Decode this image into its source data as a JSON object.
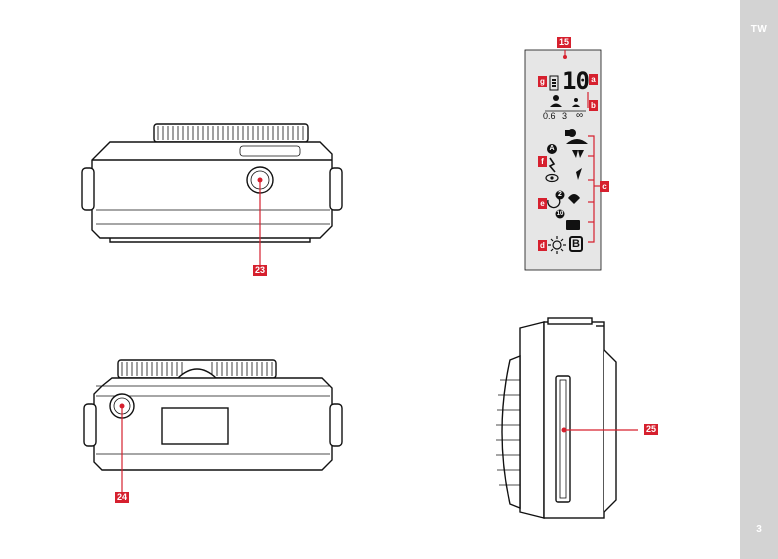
{
  "sidebar": {
    "language": "TW",
    "page_number": "3"
  },
  "callouts": {
    "n15": "15",
    "n23": "23",
    "n24": "24",
    "n25": "25",
    "a": "a",
    "b": "b",
    "c": "c",
    "d": "d",
    "e": "e",
    "f": "f",
    "g": "g"
  },
  "lcd": {
    "frame_count": "10",
    "distance_near": "0.6",
    "distance_mid": "3",
    "distance_far": "∞",
    "bulb": "B",
    "auto": "A",
    "timer_2": "2",
    "timer_10": "10"
  },
  "colors": {
    "accent": "#d6202e",
    "sidebar": "#d3d3d3",
    "line": "#111111"
  }
}
